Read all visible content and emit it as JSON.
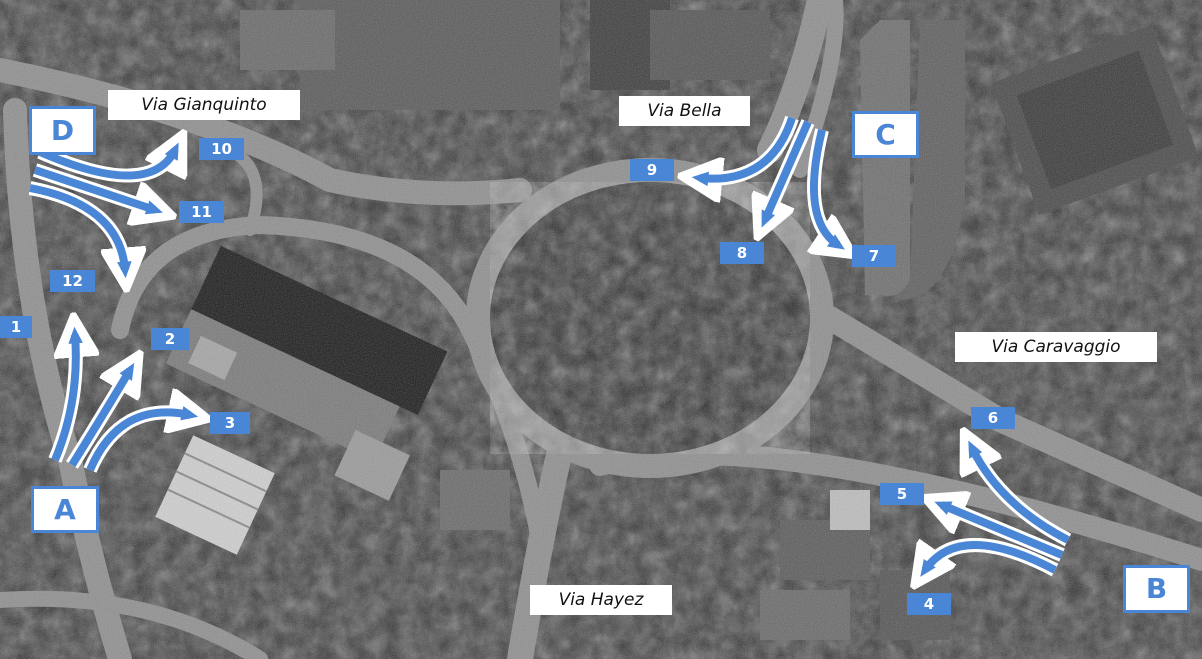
{
  "colors": {
    "arrow": "#4a86d6",
    "label_bg": "#ffffff",
    "imagery_dark": "#2a2a2a",
    "road": "#8e8e8e"
  },
  "streets": {
    "gianquinto": "Via Gianquinto",
    "bella": "Via Bella",
    "caravaggio": "Via Caravaggio",
    "hayez": "Via Hayez"
  },
  "approaches": {
    "a": "A",
    "b": "B",
    "c": "C",
    "d": "D"
  },
  "movements": {
    "m1": "1",
    "m2": "2",
    "m3": "3",
    "m4": "4",
    "m5": "5",
    "m6": "6",
    "m7": "7",
    "m8": "8",
    "m9": "9",
    "m10": "10",
    "m11": "11",
    "m12": "12"
  }
}
